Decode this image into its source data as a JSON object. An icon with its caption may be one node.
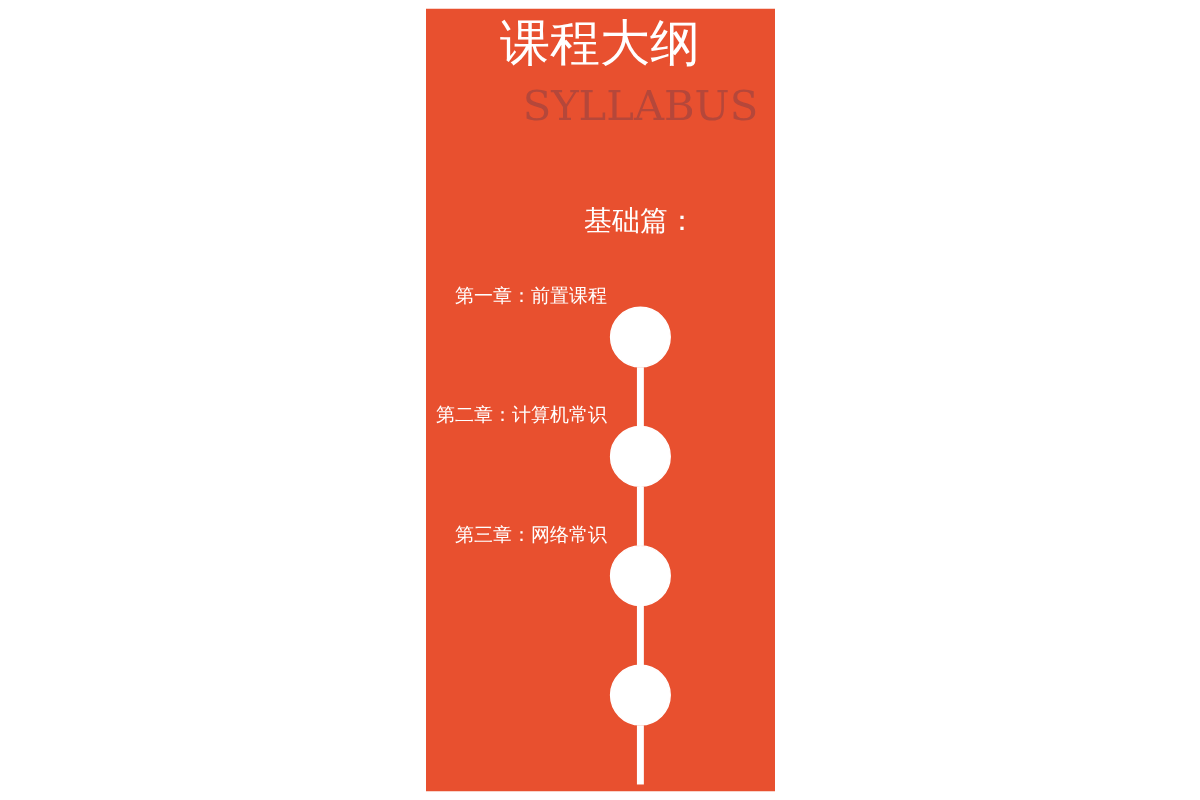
{
  "diagram": {
    "title": "课程大纲",
    "nodes": [
      {
        "text": [],
        "shape": "circle",
        "beside": [
          "第一章：前置课程"
        ]
      },
      {
        "text": [],
        "shape": "circle",
        "beside": [
          "第二章：计算机常识"
        ]
      },
      {
        "text": [],
        "shape": "circle",
        "beside": [
          "第三章：网络常识"
        ]
      },
      {
        "text": [],
        "shape": "circle"
      }
    ],
    "edges": [
      {
        "from": 0,
        "to": 1,
        "arrow": "none"
      },
      {
        "from": 1,
        "to": 2,
        "arrow": "none"
      },
      {
        "from": 2,
        "to": 3,
        "arrow": "none"
      },
      {
        "from": 3,
        "to": null,
        "arrow": "none"
      }
    ],
    "labels": [
      "SYLLABUS",
      "基础篇："
    ]
  }
}
